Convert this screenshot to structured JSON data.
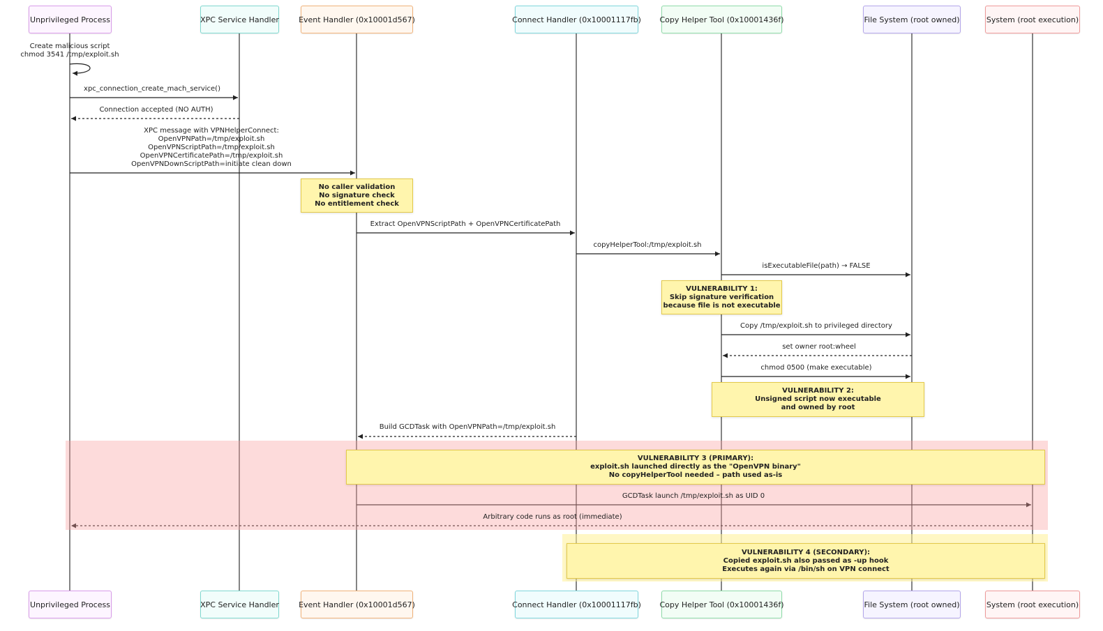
{
  "actors": [
    {
      "id": "unprivileged",
      "label": "Unprivileged Process",
      "border": "#d99bea",
      "fill": "#fdf5ff"
    },
    {
      "id": "xpc",
      "label": "XPC Service Handler",
      "border": "#7fd8cf",
      "fill": "#f1fdfb"
    },
    {
      "id": "event",
      "label": "Event Handler (0x10001d567)",
      "border": "#f0b27a",
      "fill": "#fff7ef"
    },
    {
      "id": "connect",
      "label": "Connect Handler (0x10001117fb)",
      "border": "#7fd6dc",
      "fill": "#f0fcfd"
    },
    {
      "id": "copyhelper",
      "label": "Copy Helper Tool (0x10001436f)",
      "border": "#8fdba9",
      "fill": "#f2fdf5"
    },
    {
      "id": "filesystem",
      "label": "File System (root owned)",
      "border": "#b3a6ea",
      "fill": "#f6f4ff"
    },
    {
      "id": "system",
      "label": "System (root execution)",
      "border": "#ee9a9a",
      "fill": "#fff5f5"
    }
  ],
  "messages": {
    "self_create": [
      "Create malicious script",
      "chmod 3541 /tmp/exploit.sh"
    ],
    "m1": "xpc_connection_create_mach_service()",
    "m2": "Connection accepted (NO AUTH)",
    "m3": [
      "XPC message with VPNHelperConnect:",
      "OpenVPNPath=/tmp/exploit.sh",
      "OpenVPNScriptPath=/tmp/exploit.sh",
      "OpenVPNCertificatePath=/tmp/exploit.sh",
      "OpenVPNDownScriptPath=initiate clean down"
    ],
    "m4": "Extract OpenVPNScriptPath + OpenVPNCertificatePath",
    "m5": "copyHelperTool:/tmp/exploit.sh",
    "m6": "isExecutableFile(path) → FALSE",
    "m7": "Copy /tmp/exploit.sh to privileged directory",
    "m8": "set owner root:wheel",
    "m9": "chmod 0500 (make executable)",
    "m10": "Build GCDTask with OpenVPNPath=/tmp/exploit.sh",
    "m11": "GCDTask launch /tmp/exploit.sh as UID 0",
    "m12": "Arbitrary code runs as root (immediate)"
  },
  "notes": {
    "no_validation": [
      "No caller validation",
      "No signature check",
      "No entitlement check"
    ],
    "vuln1": [
      "VULNERABILITY 1:",
      "Skip signature verification",
      "because file is not executable"
    ],
    "vuln2": [
      "VULNERABILITY 2:",
      "Unsigned script now executable",
      "and owned by root"
    ],
    "vuln3": [
      "VULNERABILITY 3 (PRIMARY):",
      "exploit.sh launched directly as the \"OpenVPN binary\"",
      "No copyHelperTool needed – path used as-is"
    ],
    "vuln4": [
      "VULNERABILITY 4 (SECONDARY):",
      "Copied exploit.sh also passed as -up hook",
      "Executes again via /bin/sh on VPN connect"
    ]
  },
  "colors": {
    "lifeline": "#333333",
    "arrow": "#222222",
    "note_fill": "#fff5ad",
    "note_border": "#e3c94a",
    "critical_region": "#f9caca"
  }
}
